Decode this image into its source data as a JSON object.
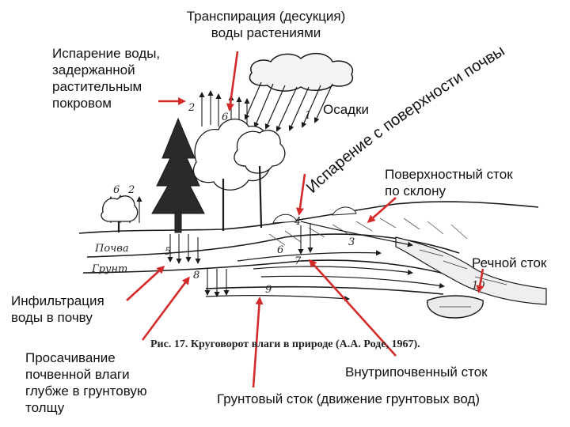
{
  "labels": {
    "transpiration": "Транспирация (десукция)\nводы растениями",
    "evap_canopy": "Испарение воды,\nзадержанной\nрастительным\nпокровом",
    "precip": "Осадки",
    "evap_surface": "Испарение с поверхности почвы",
    "surface_runoff": "Поверхностный сток\nпо склону",
    "river_runoff": "Речной сток",
    "infiltration": "Инфильтрация\nводы в почву",
    "seepage": "Просачивание\nпочвенной влаги\nглубже в грунтовую\nтолщу",
    "subsurface": "Внутрипочвенный сток",
    "groundwater": "Грунтовый сток (движение грунтовых вод)"
  },
  "caption": "Рис. 17. Круговорот влаги в природе (А.А. Роде, 1967).",
  "scene_text": {
    "soil": "Почва",
    "ground": "Грунт",
    "numbers": [
      "1",
      "2",
      "3",
      "4",
      "5",
      "6",
      "6",
      "6",
      "7",
      "8",
      "9",
      "10",
      "2"
    ]
  },
  "colors": {
    "pointer": "#d42a2a",
    "ink": "#1a1a1a"
  }
}
